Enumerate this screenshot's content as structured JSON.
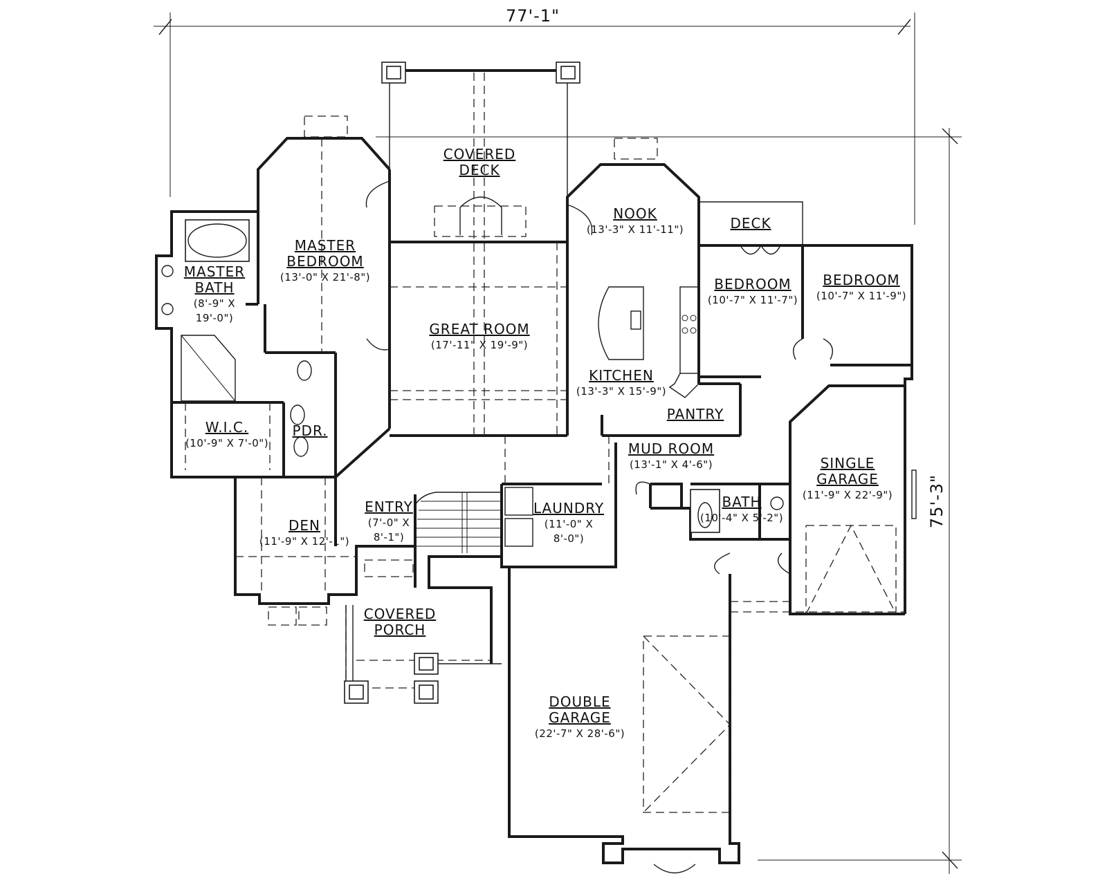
{
  "overall": {
    "width": "77'-1\"",
    "depth": "75'-3\""
  },
  "rooms": [
    {
      "id": "covered-deck",
      "name": [
        "COVERED",
        "DECK"
      ],
      "dims": []
    },
    {
      "id": "master-bedroom",
      "name": [
        "MASTER",
        "BEDROOM"
      ],
      "dims": [
        "(13'-0\" X 21'-8\")"
      ]
    },
    {
      "id": "master-bath",
      "name": [
        "MASTER",
        "BATH"
      ],
      "dims": [
        "(8'-9\" X",
        "19'-0\")"
      ]
    },
    {
      "id": "nook",
      "name": [
        "NOOK"
      ],
      "dims": [
        "(13'-3\" X 11'-11\")"
      ]
    },
    {
      "id": "deck",
      "name": [
        "DECK"
      ],
      "dims": []
    },
    {
      "id": "bedroom-1",
      "name": [
        "BEDROOM"
      ],
      "dims": [
        "(10'-7\" X 11'-7\")"
      ]
    },
    {
      "id": "bedroom-2",
      "name": [
        "BEDROOM"
      ],
      "dims": [
        "(10'-7\" X 11'-9\")"
      ]
    },
    {
      "id": "great-room",
      "name": [
        "GREAT ROOM"
      ],
      "dims": [
        "(17'-11\" X 19'-9\")"
      ]
    },
    {
      "id": "kitchen",
      "name": [
        "KITCHEN"
      ],
      "dims": [
        "(13'-3\" X 15'-9\")"
      ]
    },
    {
      "id": "pantry",
      "name": [
        "PANTRY"
      ],
      "dims": []
    },
    {
      "id": "wic",
      "name": [
        "W.I.C."
      ],
      "dims": [
        "(10'-9\" X 7'-0\")"
      ]
    },
    {
      "id": "pdr",
      "name": [
        "PDR."
      ],
      "dims": []
    },
    {
      "id": "mud-room",
      "name": [
        "MUD ROOM"
      ],
      "dims": [
        "(13'-1\" X 4'-6\")"
      ]
    },
    {
      "id": "single-garage",
      "name": [
        "SINGLE",
        "GARAGE"
      ],
      "dims": [
        "(11'-9\" X 22'-9\")"
      ]
    },
    {
      "id": "entry",
      "name": [
        "ENTRY"
      ],
      "dims": [
        "(7'-0\" X",
        "8'-1\")"
      ]
    },
    {
      "id": "laundry",
      "name": [
        "LAUNDRY"
      ],
      "dims": [
        "(11'-0\" X",
        "8'-0\")"
      ]
    },
    {
      "id": "bath",
      "name": [
        "BATH"
      ],
      "dims": [
        "(10'-4\" X 5'-2\")"
      ]
    },
    {
      "id": "den",
      "name": [
        "DEN"
      ],
      "dims": [
        "(11'-9\" X 12'-1\")"
      ]
    },
    {
      "id": "covered-porch",
      "name": [
        "COVERED",
        "PORCH"
      ],
      "dims": []
    },
    {
      "id": "double-garage",
      "name": [
        "DOUBLE",
        "GARAGE"
      ],
      "dims": [
        "(22'-7\" X 28'-6\")"
      ]
    }
  ]
}
